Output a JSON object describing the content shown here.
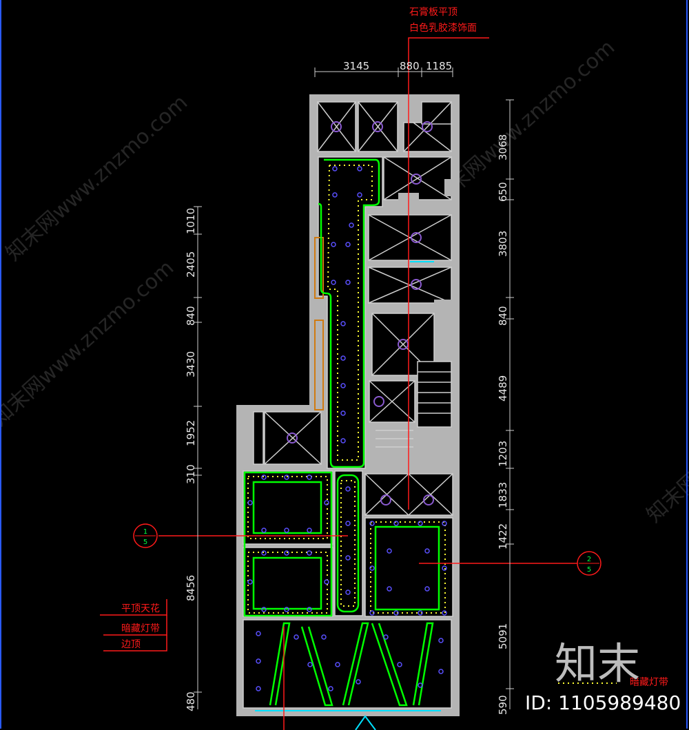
{
  "annotations": {
    "top_note_line1": "石膏板平顶",
    "top_note_line2": "白色乳胶漆饰面",
    "left_labels": [
      "平顶天花",
      "暗藏灯带",
      "边顶"
    ],
    "right_label": "暗藏灯带"
  },
  "dimensions": {
    "top": [
      "3145",
      "880",
      "1185"
    ],
    "left": [
      "1010",
      "2405",
      "840",
      "3430",
      "1952",
      "310",
      "8456",
      "480"
    ],
    "right": [
      "3068",
      "650",
      "3803",
      "840",
      "4489",
      "1203",
      "1833",
      "1422",
      "5091",
      "590"
    ]
  },
  "section_markers": [
    {
      "top": "1",
      "bottom": "5"
    },
    {
      "top": "2",
      "bottom": "5"
    }
  ],
  "watermark": {
    "text": "知末网www.znzmo.com",
    "logo": "知末",
    "id": "ID: 1105989480"
  },
  "colors": {
    "wall": "#b4b4b4",
    "light_strip": "#00ff00",
    "hidden_light": "#ffff33",
    "annotation": "#ff1a1a",
    "downlight": "#5a50ff",
    "dimension": "#e6e6e6"
  }
}
